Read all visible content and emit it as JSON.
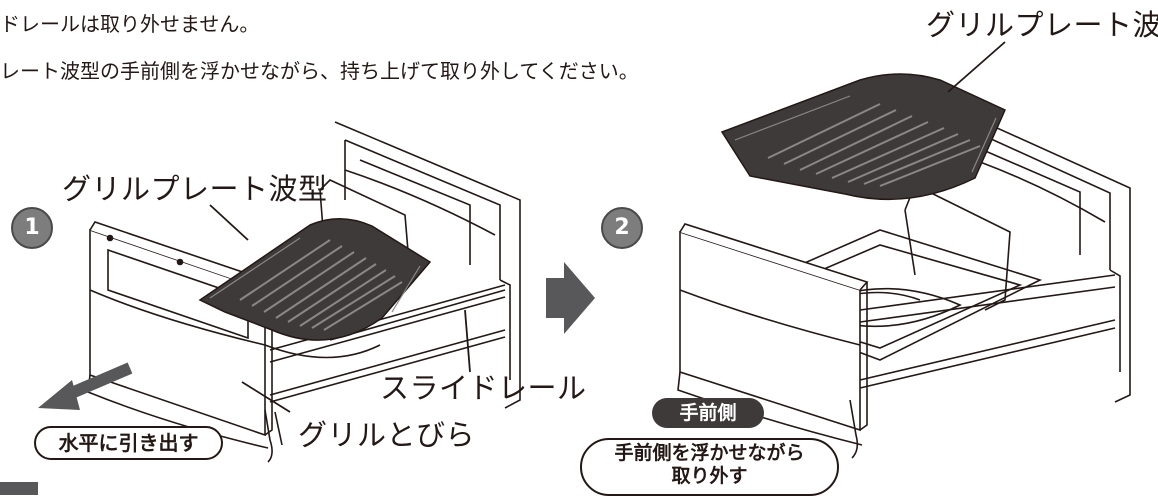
{
  "text": {
    "line1": "ドレールは取り外せません。",
    "line2": "レート波型の手前側を浮かせながら、持ち上げて取り外してください。",
    "plate_label_top": "グリルプレート波型",
    "plate_label_left": "グリルプレート波型",
    "slide_rail": "スライドレール",
    "grill_door": "グリルとびら",
    "pull_out": "水平に引き出す",
    "front_side": "手前側",
    "lift_line1": "手前側を浮かせながら",
    "lift_line2": "取り外す",
    "step1": "1",
    "step2": "2"
  },
  "colors": {
    "ink": "#231815",
    "plate": "#3e3a39",
    "arrow": "#58585a",
    "step_circle": "#7d7d7d"
  }
}
